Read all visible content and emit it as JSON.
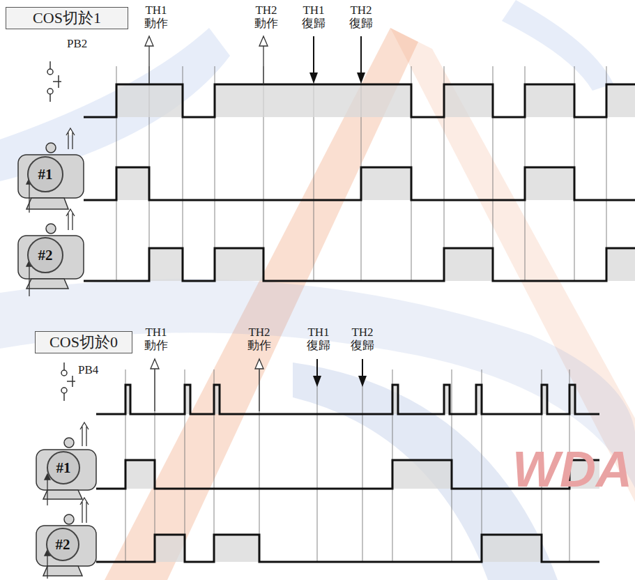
{
  "diagram": {
    "nodes": [
      {
        "text": [
          "COS切於1"
        ]
      },
      {
        "text": [
          "#1"
        ]
      },
      {
        "text": [
          "#2"
        ]
      },
      {
        "text": [
          "COS切於0"
        ]
      },
      {
        "text": [
          "#1"
        ]
      },
      {
        "text": [
          "#2"
        ]
      }
    ],
    "labels": [
      "TH1 動作",
      "TH2 動作",
      "TH1 復歸",
      "TH2 復歸",
      "PB2",
      "TH1 動作",
      "TH2 動作",
      "TH1 復歸",
      "TH2 復歸",
      "PB4",
      "WDA"
    ]
  }
}
